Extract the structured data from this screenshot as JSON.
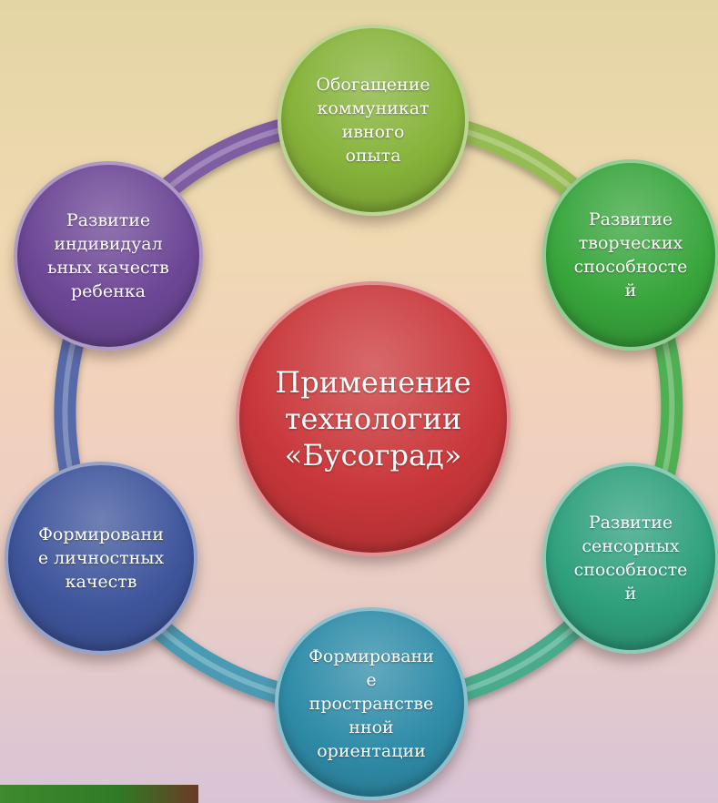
{
  "center": {
    "label": "Применение\nтехнологии\n«Бусоград»",
    "color": "#c9373a"
  },
  "nodes": [
    {
      "id": "top",
      "label": "Обогащение\nкоммуникат\nивного\nопыта",
      "color": "#86b33a"
    },
    {
      "id": "upper-right",
      "label": "Развитие\nтворческих\nспособносте\nй",
      "color": "#38a53c"
    },
    {
      "id": "lower-right",
      "label": "Развитие\nсенсорных\nспособносте\nй",
      "color": "#2fa07c"
    },
    {
      "id": "bottom",
      "label": "Формировани\nе\nпространстве\nнной\nориентации",
      "color": "#2f8ca8"
    },
    {
      "id": "lower-left",
      "label": "Формировани\nе личностных\nкачеств",
      "color": "#3f559c"
    },
    {
      "id": "upper-left",
      "label": "Развитие\nиндивидуал\nьных качеств\nребенка",
      "color": "#6d4796"
    }
  ]
}
